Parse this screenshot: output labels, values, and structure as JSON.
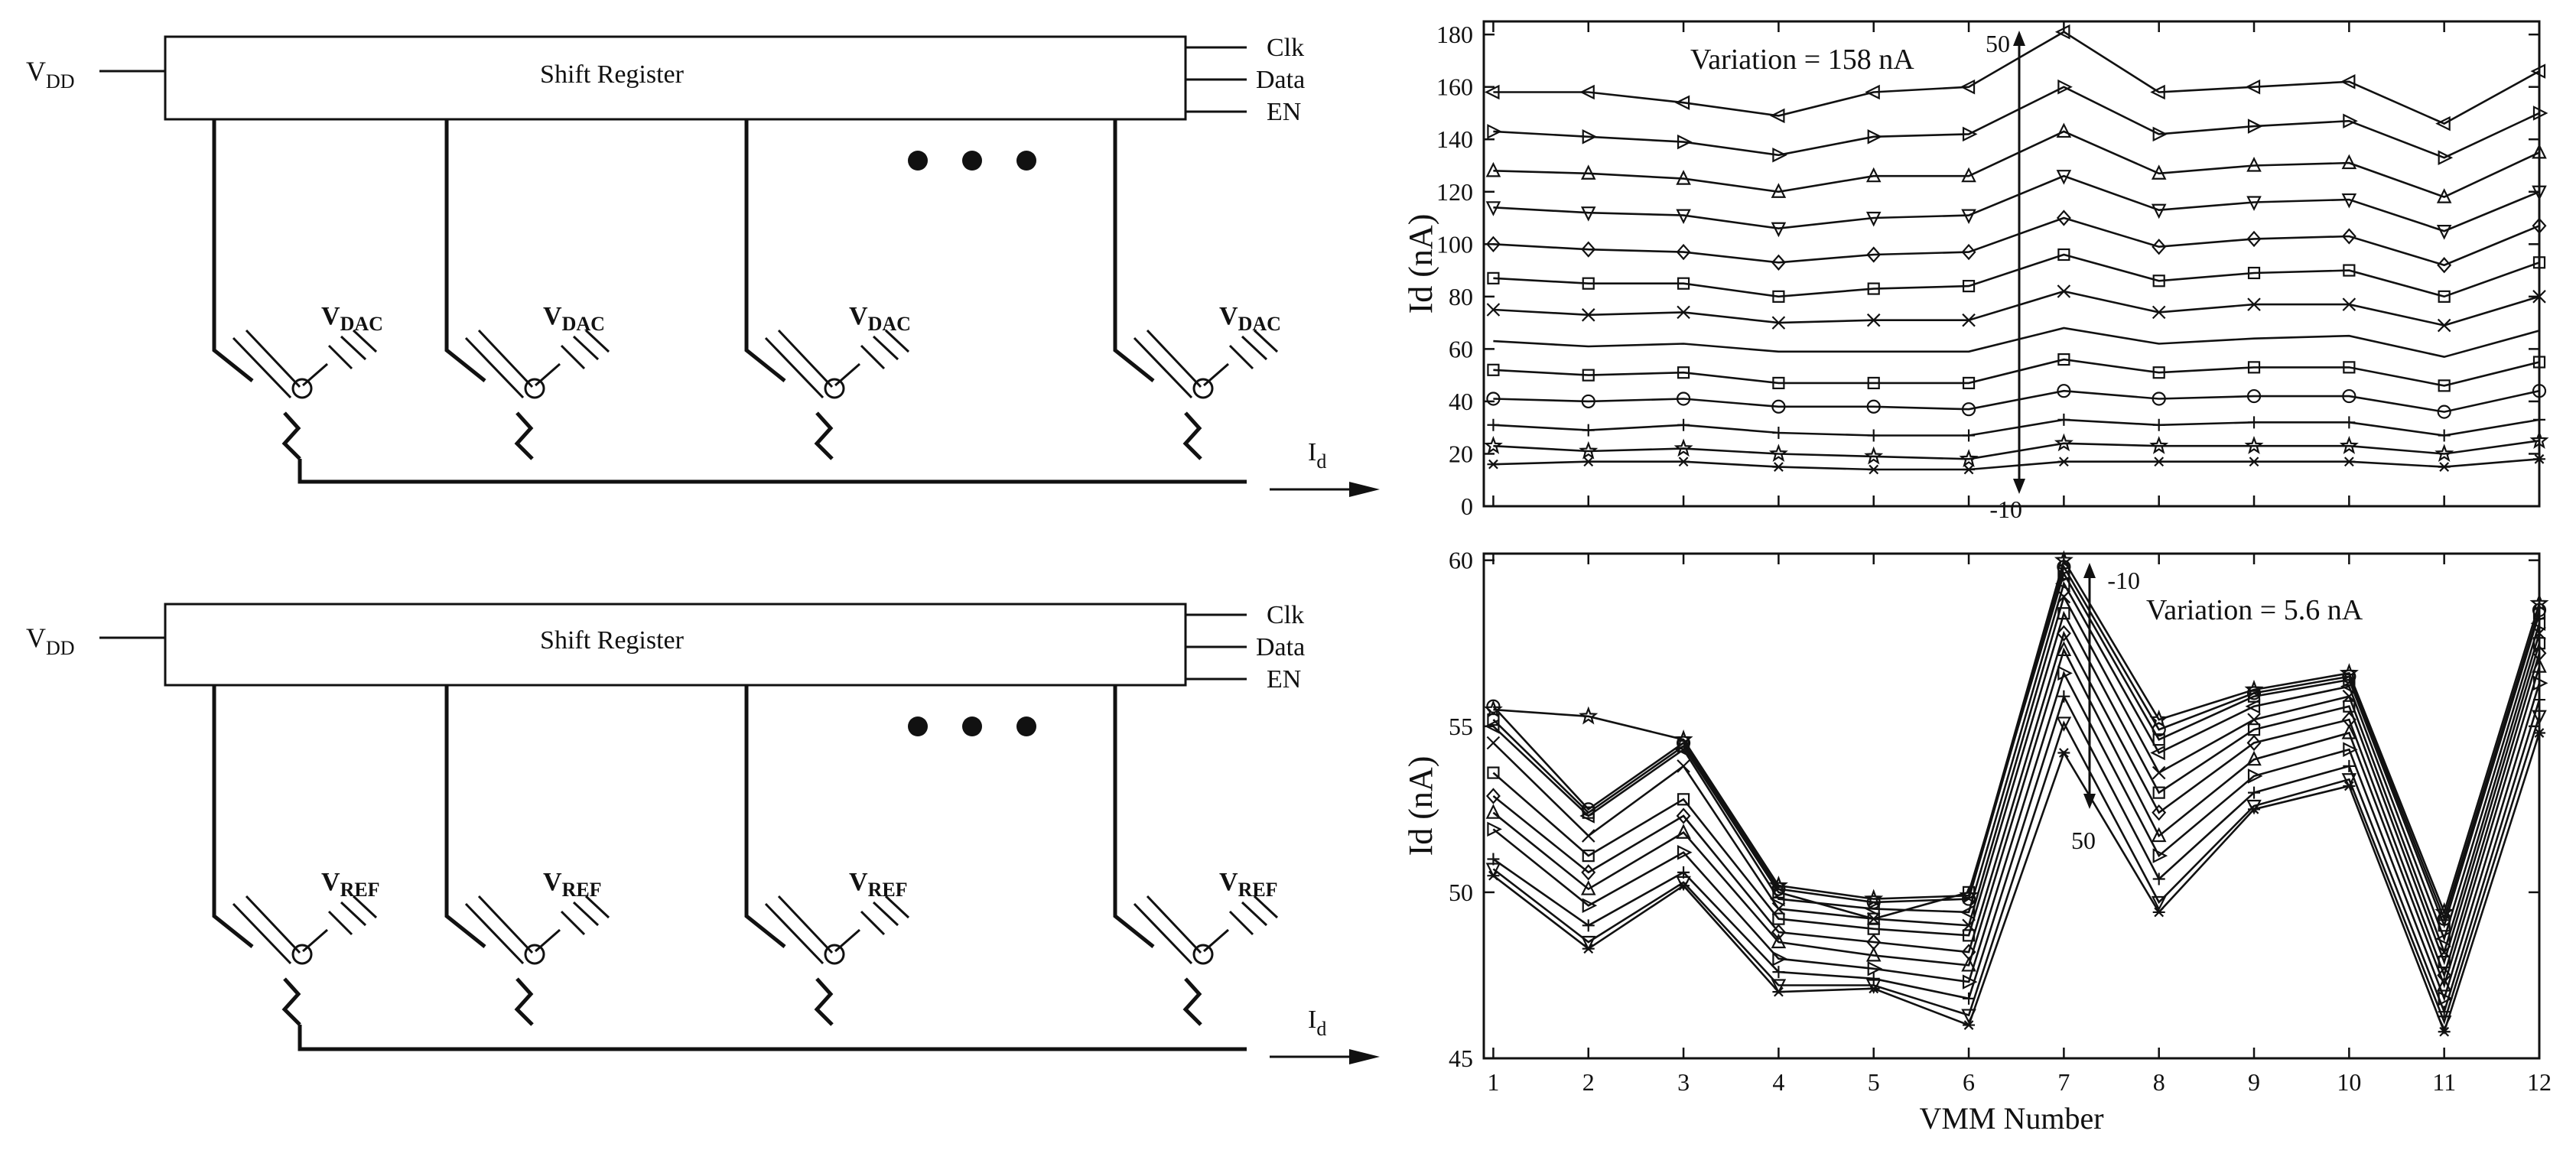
{
  "schematics": [
    {
      "id": "top",
      "vdd_main": "V",
      "vdd_sub": "DD",
      "register_label": "Shift Register",
      "pins": [
        "Clk",
        "Data",
        "EN"
      ],
      "cell_label_main": "V",
      "cell_label_sub": "DAC",
      "out_main": "I",
      "out_sub": "d"
    },
    {
      "id": "bottom",
      "vdd_main": "V",
      "vdd_sub": "DD",
      "register_label": "Shift Register",
      "pins": [
        "Clk",
        "Data",
        "EN"
      ],
      "cell_label_main": "V",
      "cell_label_sub": "REF",
      "out_main": "I",
      "out_sub": "d"
    }
  ],
  "chart_data": [
    {
      "type": "line",
      "title": "",
      "xlabel": "",
      "ylabel": "Id (nA)",
      "x": [
        1,
        2,
        3,
        4,
        5,
        6,
        7,
        8,
        9,
        10,
        11,
        12
      ],
      "xlim": [
        0.9,
        12
      ],
      "ylim": [
        0,
        185
      ],
      "yticks": [
        0,
        20,
        40,
        60,
        80,
        100,
        120,
        140,
        160,
        180
      ],
      "grid": "x",
      "annotations": {
        "variation": "Variation = 158 nA",
        "arrow_top": "50",
        "arrow_bottom": "-10"
      },
      "series": [
        {
          "marker": "triangle-left",
          "values": [
            158,
            158,
            154,
            149,
            158,
            160,
            181,
            158,
            160,
            162,
            146,
            166
          ]
        },
        {
          "marker": "triangle-right",
          "values": [
            143,
            141,
            139,
            134,
            141,
            142,
            160,
            142,
            145,
            147,
            133,
            150
          ]
        },
        {
          "marker": "triangle-up",
          "values": [
            128,
            127,
            125,
            120,
            126,
            126,
            143,
            127,
            130,
            131,
            118,
            135
          ]
        },
        {
          "marker": "triangle-down",
          "values": [
            114,
            112,
            111,
            106,
            110,
            111,
            126,
            113,
            116,
            117,
            105,
            120
          ]
        },
        {
          "marker": "diamond",
          "values": [
            100,
            98,
            97,
            93,
            96,
            97,
            110,
            99,
            102,
            103,
            92,
            107
          ]
        },
        {
          "marker": "square",
          "values": [
            87,
            85,
            85,
            80,
            83,
            84,
            96,
            86,
            89,
            90,
            80,
            93
          ]
        },
        {
          "marker": "x",
          "values": [
            75,
            73,
            74,
            70,
            71,
            71,
            82,
            74,
            77,
            77,
            69,
            80
          ]
        },
        {
          "marker": "none",
          "values": [
            63,
            61,
            62,
            59,
            59,
            59,
            68,
            62,
            64,
            65,
            57,
            67
          ]
        },
        {
          "marker": "square",
          "values": [
            52,
            50,
            51,
            47,
            47,
            47,
            56,
            51,
            53,
            53,
            46,
            55
          ]
        },
        {
          "marker": "circle",
          "values": [
            41,
            40,
            41,
            38,
            38,
            37,
            44,
            41,
            42,
            42,
            36,
            44
          ]
        },
        {
          "marker": "plus",
          "values": [
            31,
            29,
            31,
            28,
            27,
            27,
            33,
            31,
            32,
            32,
            27,
            33
          ]
        },
        {
          "marker": "star",
          "values": [
            23,
            21,
            22,
            20,
            19,
            18,
            24,
            23,
            23,
            23,
            20,
            25
          ]
        },
        {
          "marker": "asterisk",
          "values": [
            16,
            17,
            17,
            15,
            14,
            14,
            17,
            17,
            17,
            17,
            15,
            18
          ]
        }
      ]
    },
    {
      "type": "line",
      "title": "",
      "xlabel": "VMM Number",
      "ylabel": "Id (nA)",
      "x": [
        1,
        2,
        3,
        4,
        5,
        6,
        7,
        8,
        9,
        10,
        11,
        12
      ],
      "xlim": [
        0.9,
        12
      ],
      "ylim": [
        45,
        60.2
      ],
      "yticks": [
        45,
        50,
        55,
        60
      ],
      "xticks": [
        1,
        2,
        3,
        4,
        5,
        6,
        7,
        8,
        9,
        10,
        11,
        12
      ],
      "grid": "x",
      "annotations": {
        "variation": "Variation = 5.6 nA",
        "arrow_top": "-10",
        "arrow_bottom": "50"
      },
      "series": [
        {
          "marker": "pentagram",
          "values": [
            55.5,
            55.3,
            54.6,
            50.2,
            49.8,
            49.9,
            60.0,
            55.2,
            56.1,
            56.6,
            49.4,
            58.7
          ]
        },
        {
          "marker": "circle",
          "values": [
            55.6,
            52.5,
            54.5,
            50.1,
            49.7,
            49.8,
            59.8,
            54.9,
            56.0,
            56.5,
            49.2,
            58.5
          ]
        },
        {
          "marker": "square",
          "values": [
            55.2,
            52.4,
            54.4,
            50.0,
            49.2,
            50.0,
            59.6,
            54.6,
            55.9,
            56.4,
            49.0,
            58.4
          ]
        },
        {
          "marker": "triangle-left",
          "values": [
            55.0,
            52.3,
            54.3,
            49.8,
            49.5,
            49.4,
            59.3,
            54.2,
            55.6,
            56.2,
            48.6,
            58.1
          ]
        },
        {
          "marker": "x",
          "values": [
            54.5,
            51.7,
            53.8,
            49.5,
            49.2,
            49.0,
            58.9,
            53.6,
            55.2,
            55.9,
            48.2,
            57.8
          ]
        },
        {
          "marker": "square",
          "values": [
            53.6,
            51.1,
            52.8,
            49.2,
            48.9,
            48.7,
            58.4,
            53.0,
            54.9,
            55.6,
            47.9,
            57.5
          ]
        },
        {
          "marker": "diamond",
          "values": [
            52.9,
            50.6,
            52.3,
            48.8,
            48.5,
            48.2,
            57.8,
            52.4,
            54.5,
            55.2,
            47.5,
            57.2
          ]
        },
        {
          "marker": "triangle-up",
          "values": [
            52.4,
            50.1,
            51.8,
            48.5,
            48.1,
            47.8,
            57.3,
            51.7,
            54.0,
            54.8,
            47.2,
            56.8
          ]
        },
        {
          "marker": "triangle-right",
          "values": [
            51.9,
            49.6,
            51.2,
            48.0,
            47.7,
            47.3,
            56.6,
            51.1,
            53.5,
            54.3,
            46.8,
            56.3
          ]
        },
        {
          "marker": "plus",
          "values": [
            51.0,
            49.0,
            50.6,
            47.6,
            47.4,
            46.8,
            55.9,
            50.4,
            53.0,
            53.8,
            46.4,
            55.8
          ]
        },
        {
          "marker": "triangle-down",
          "values": [
            50.7,
            48.5,
            50.3,
            47.2,
            47.2,
            46.3,
            55.1,
            49.7,
            52.6,
            53.4,
            46.1,
            55.3
          ]
        },
        {
          "marker": "asterisk",
          "values": [
            50.5,
            48.3,
            50.2,
            47.0,
            47.1,
            46.0,
            54.2,
            49.4,
            52.5,
            53.2,
            45.8,
            54.8
          ]
        }
      ]
    }
  ]
}
